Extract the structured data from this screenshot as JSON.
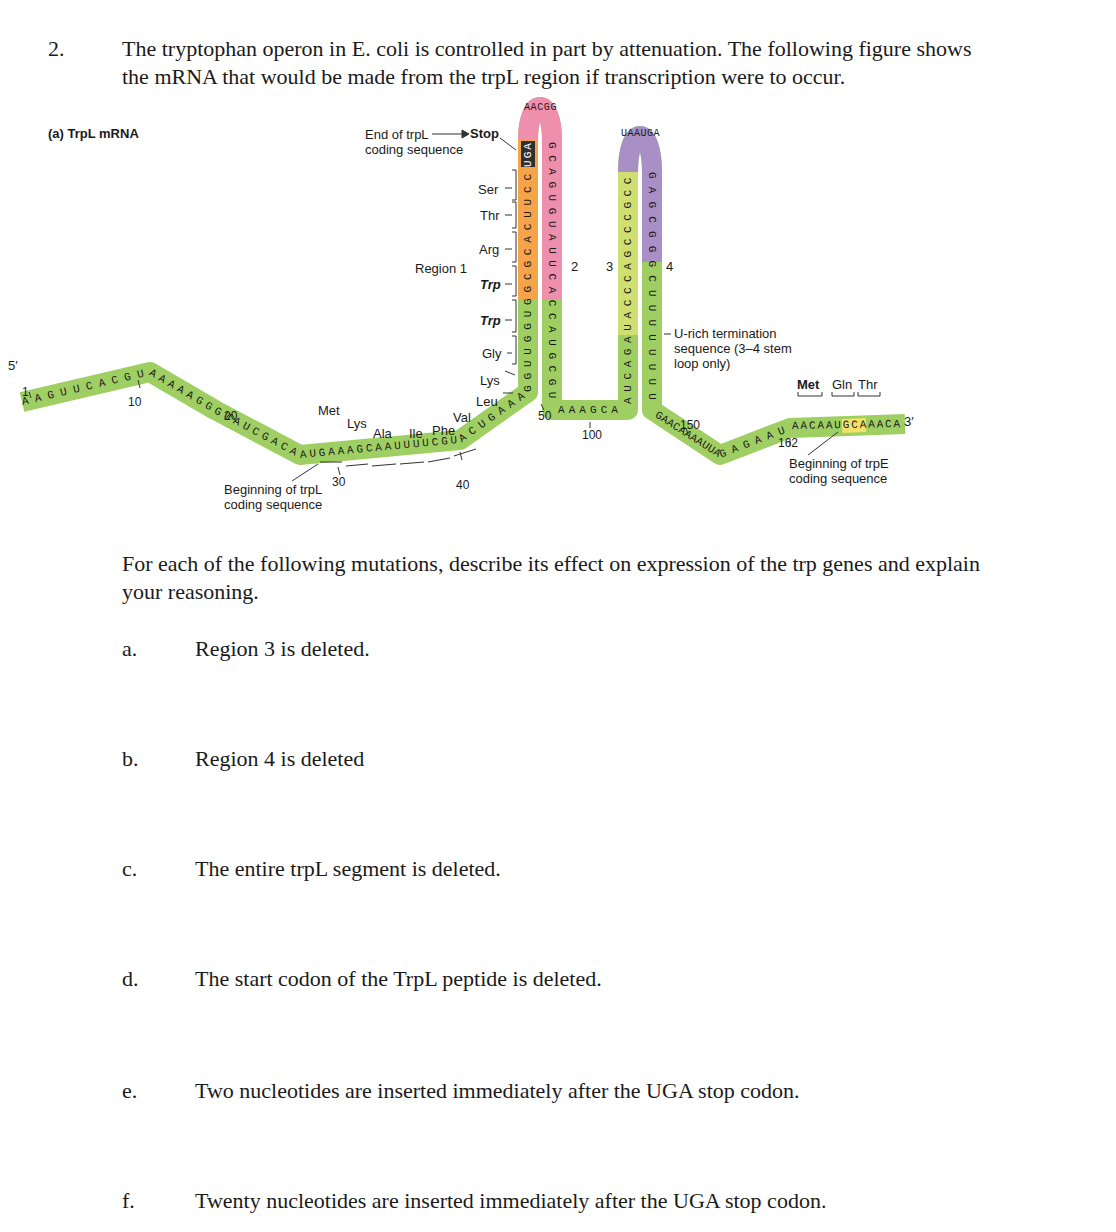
{
  "diagram": {
    "labels": [
      "2.",
      "The tryptophan operon in E. coli is controlled in part by attenuation.  The following figure shows the mRNA that would be made from the trpL region if transcription were to occur.",
      "(a) TrpL mRNA",
      "End of trpL coding sequence",
      "Stop",
      "Ser",
      "Thr",
      "Arg",
      "Trp",
      "Trp",
      "Gly",
      "Lys",
      "Leu",
      "Region 1",
      "2",
      "3",
      "4",
      "U-rich termination sequence (3–4 stem loop only)",
      "Met",
      "Gln",
      "Thr",
      "5′",
      "1",
      "10",
      "20",
      "Met",
      "Lys",
      "Ala",
      "Ile",
      "Phe",
      "Val",
      "Beginning of trpL coding sequence",
      "30",
      "40",
      "50",
      "100",
      "150",
      "162",
      "3′",
      "Beginning of trpE coding sequence",
      "AAGUUCACGU",
      "AAAAAGG",
      "GUAUCGACA",
      "AUGAAAGCAAUUUUCGU",
      "ACUGAAA",
      "GGUUGGUGGCGCACUUCC",
      "UGA",
      "AACGG",
      "GCAGUGUAUUCACCAUGCGU",
      "AAAGCA",
      "AUCAGAUACCCAGCCCGCC",
      "UAAUGA",
      "GAGCGGGCUUUUUUUU",
      "GAACAAAAUUA",
      "GAGAAU",
      "AACAAUGCAAACA",
      "For each of the following mutations, describe its effect on expression of the trp genes and explain your reasoning.",
      "a.",
      "Region 3 is deleted.",
      "b.",
      "Region 4 is deleted",
      "c.",
      "The entire trpL segment is deleted.",
      "d.",
      "The start codon of the TrpL peptide is deleted.",
      "e.",
      "Two nucleotides are inserted immediately after the UGA stop codon.",
      "f.",
      "Twenty nucleotides are inserted immediately after the UGA stop codon."
    ]
  }
}
